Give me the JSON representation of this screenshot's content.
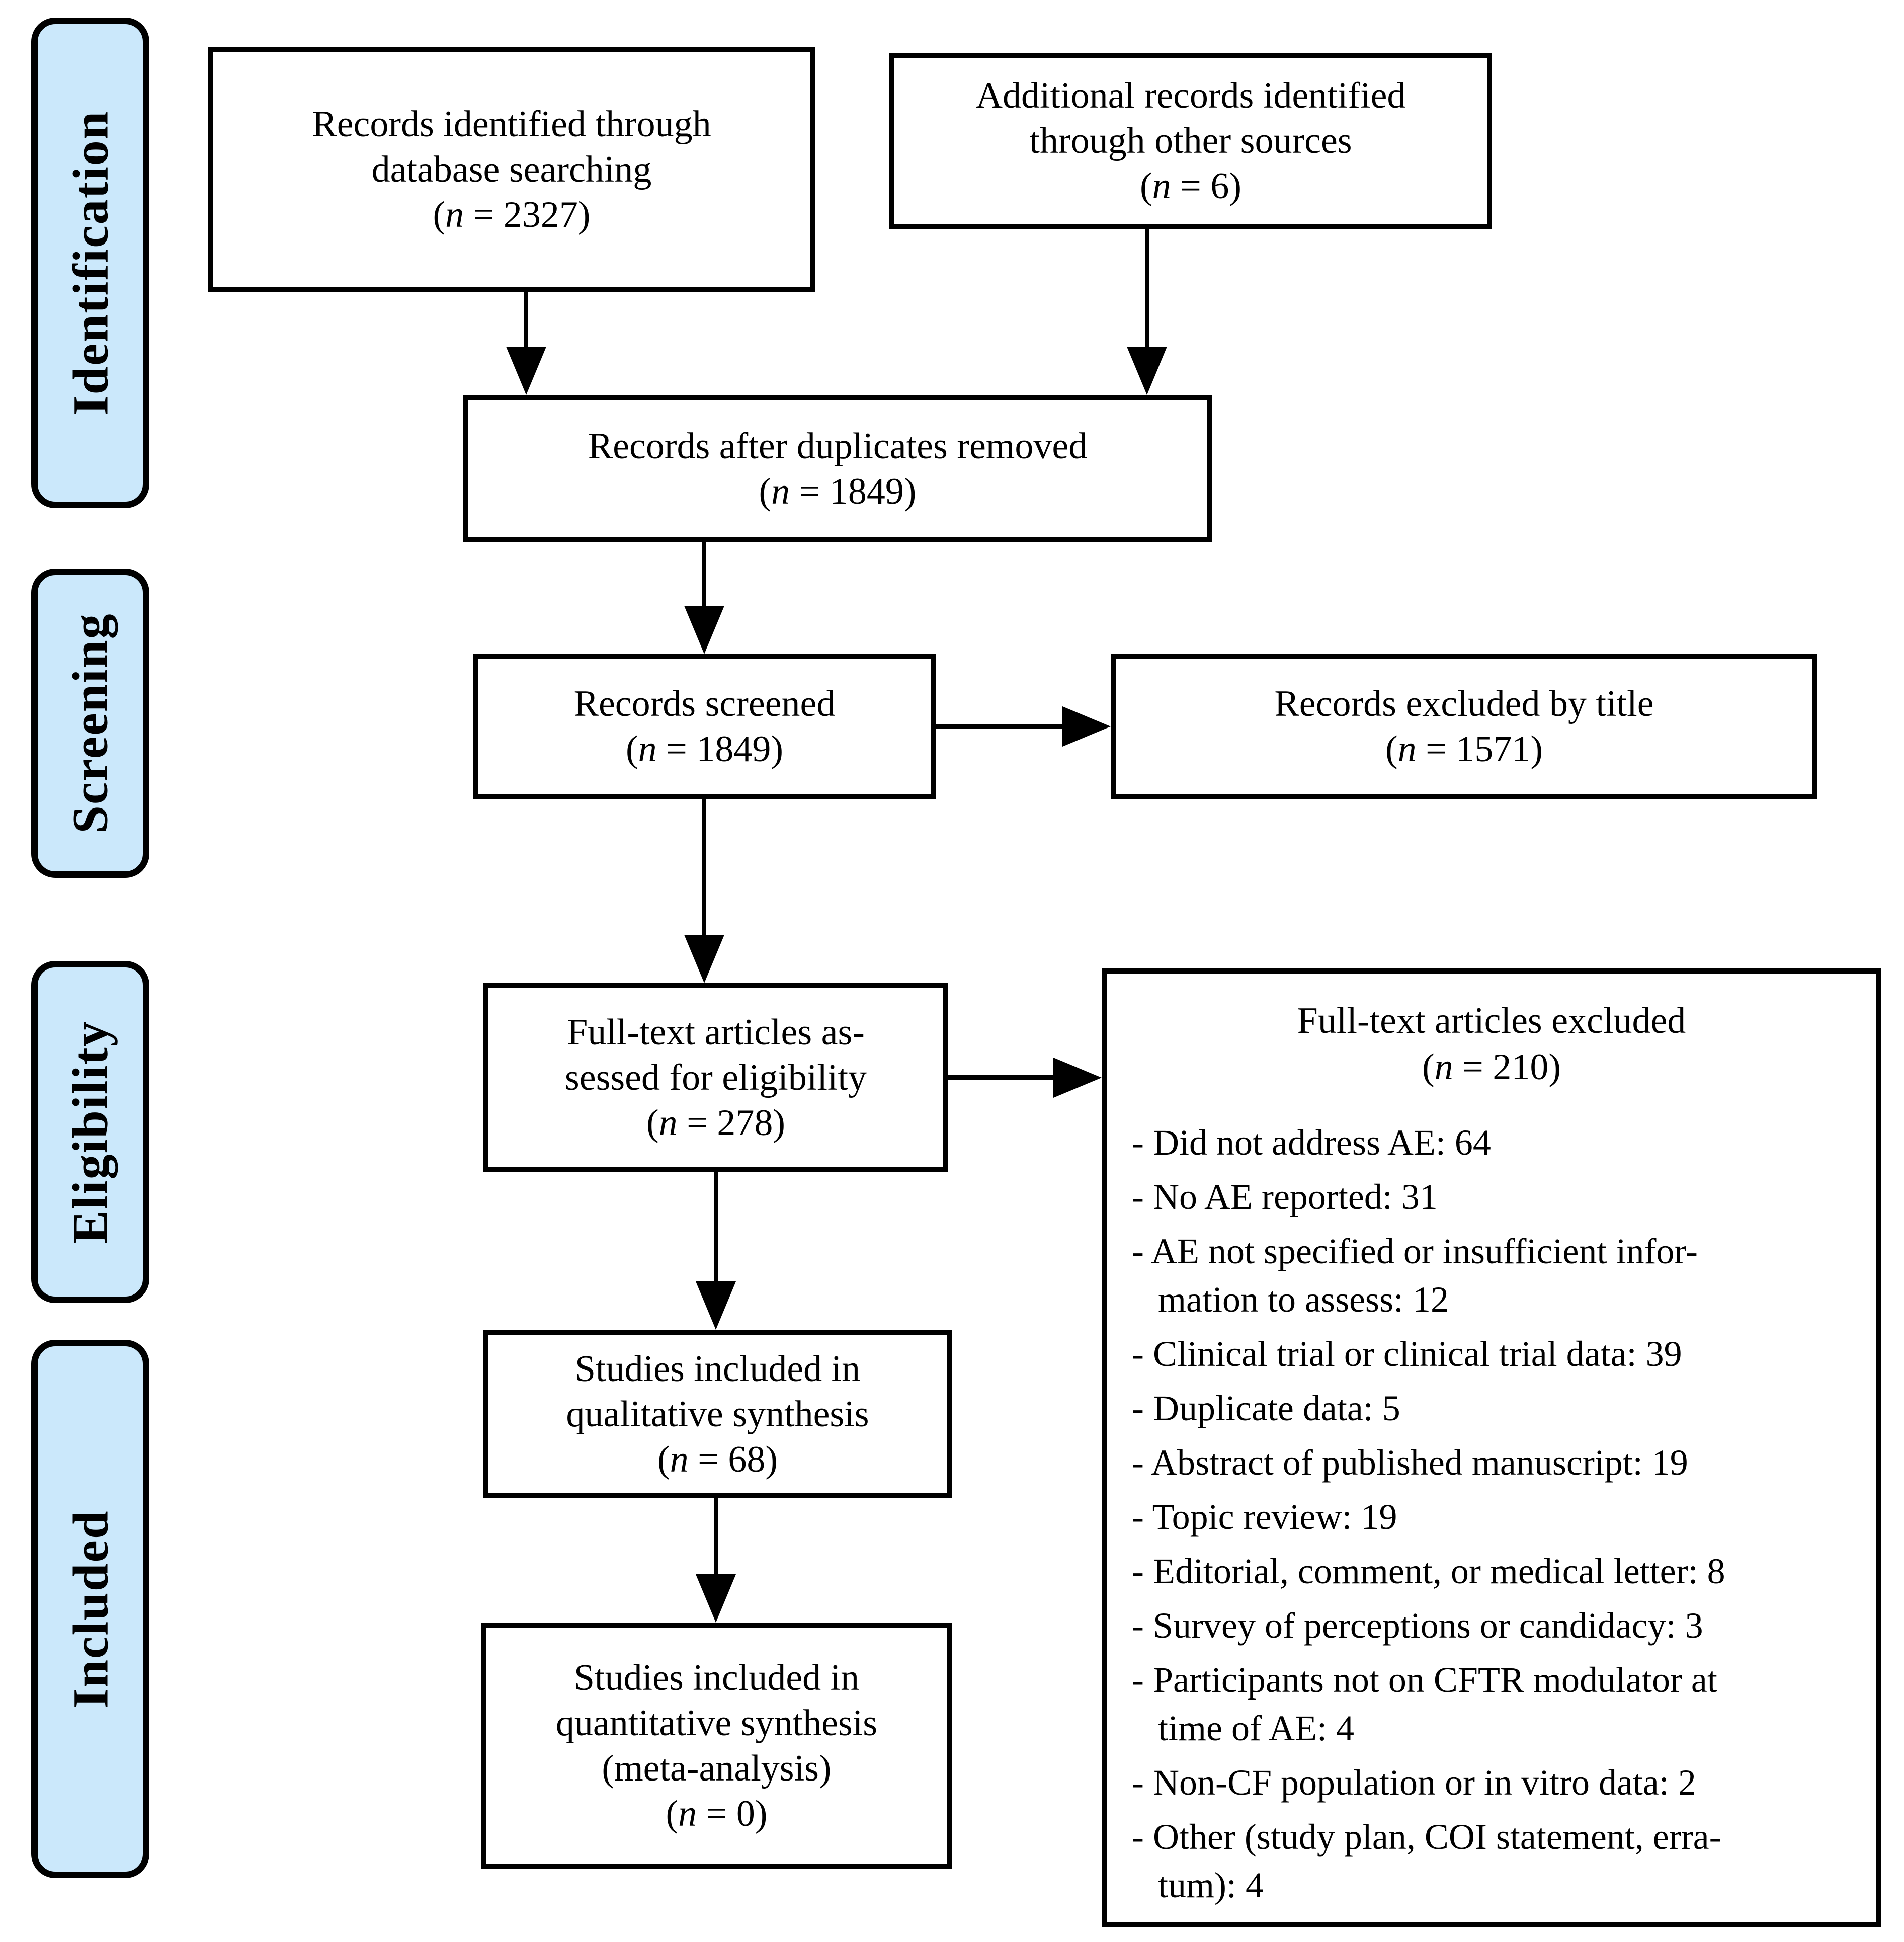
{
  "palette": {
    "stage_fill": "#cbe8fb",
    "line_color": "#000000",
    "background": "#ffffff"
  },
  "sidebar": {
    "stages": [
      {
        "label": "Identification"
      },
      {
        "label": "Screening"
      },
      {
        "label": "Eligibility"
      },
      {
        "label": "Included"
      }
    ]
  },
  "boxes": {
    "identified": {
      "lines": [
        "Records identified through",
        "database searching"
      ],
      "n_prefix": "(",
      "n_symbol": "n",
      "n_suffix": " = 2327)"
    },
    "additional": {
      "lines": [
        "Additional records identified",
        "through other sources"
      ],
      "n_prefix": "(",
      "n_symbol": "n",
      "n_suffix": " = 6)"
    },
    "dedup": {
      "lines": [
        "Records after duplicates removed"
      ],
      "n_prefix": "(",
      "n_symbol": "n",
      "n_suffix": " = 1849)"
    },
    "screened": {
      "lines": [
        "Records screened"
      ],
      "n_prefix": "(",
      "n_symbol": "n",
      "n_suffix": " = 1849)"
    },
    "excluded_title": {
      "lines": [
        "Records excluded by title"
      ],
      "n_prefix": "(",
      "n_symbol": "n",
      "n_suffix": " = 1571)"
    },
    "fulltext": {
      "lines": [
        "Full-text articles as-",
        "sessed for eligibility"
      ],
      "n_prefix": "(",
      "n_symbol": "n",
      "n_suffix": " = 278)"
    },
    "qualitative": {
      "lines": [
        "Studies included in",
        "qualitative synthesis"
      ],
      "n_prefix": "(",
      "n_symbol": "n",
      "n_suffix": " = 68)"
    },
    "quantitative": {
      "lines": [
        "Studies included in",
        "quantitative synthesis",
        "(meta-analysis)"
      ],
      "n_prefix": "(",
      "n_symbol": "n",
      "n_suffix": " = 0)"
    },
    "excluded_full": {
      "title": "Full-text articles excluded",
      "n_prefix": "(",
      "n_symbol": "n",
      "n_suffix": " = 210)",
      "items": [
        {
          "l1": "- Did not address AE: 64"
        },
        {
          "l1": "- No AE reported: 31"
        },
        {
          "l1": "- AE not specified or insufficient infor-",
          "l2": "mation to assess: 12"
        },
        {
          "l1": "- Clinical trial or clinical trial data: 39"
        },
        {
          "l1": "- Duplicate data: 5"
        },
        {
          "l1": "- Abstract of published manuscript: 19"
        },
        {
          "l1": "- Topic review: 19"
        },
        {
          "l1": "- Editorial, comment, or medical letter: 8"
        },
        {
          "l1": "- Survey of perceptions or candidacy: 3"
        },
        {
          "l1": "- Participants not on CFTR modulator at",
          "l2": "time of AE: 4"
        },
        {
          "l1": "- Non-CF population or in vitro data: 2"
        },
        {
          "l1": "- Other (study plan, COI statement, erra-",
          "l2": "tum): 4"
        }
      ]
    }
  }
}
